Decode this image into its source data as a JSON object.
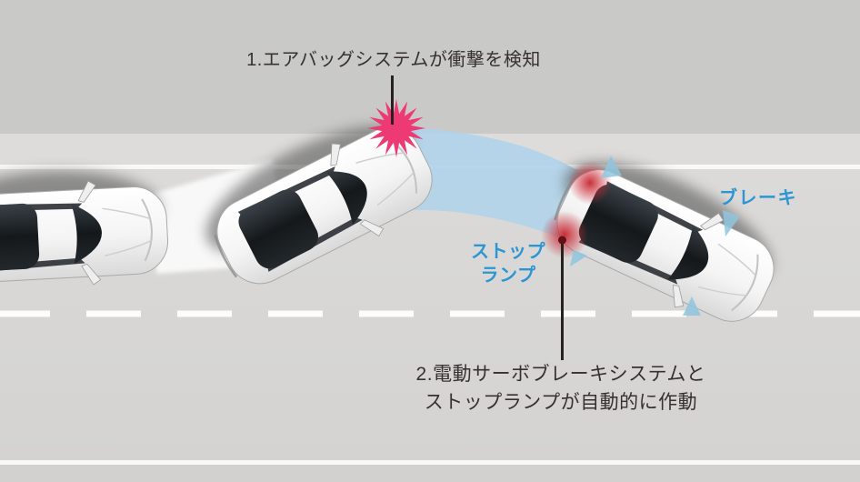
{
  "diagram": {
    "subject": "secondary-collision-brake-sequence",
    "callouts": {
      "step1": "1.エアバッグシステムが衝撃を検知",
      "step2": {
        "line1": "2.電動サーボブレーキシステムと",
        "line2": "ストップランプが自動的に作動"
      },
      "stop_lamp": {
        "line1": "ストップ",
        "line2": "ランプ"
      },
      "brake": "ブレーキ"
    },
    "colors": {
      "accent_blue_text": "#2b96d3",
      "impact_pink": "#ee3a74",
      "stop_lamp_red": "#c62531",
      "trajectory_swath_blue": "#b2d3e9",
      "deceleration_triangle_blue": "#8fc6de",
      "road_gray": "#d7d6d4",
      "verge_gray": "#c9c9c8",
      "lane_line_white": "#f8f8f7",
      "text_dark": "#37312f"
    },
    "icons": {
      "impact_burst": "impact-burst-icon",
      "stop_lamp_glow": "stop-lamp-glow-icon",
      "deceleration_triangle": "brake-deceleration-icon"
    }
  }
}
